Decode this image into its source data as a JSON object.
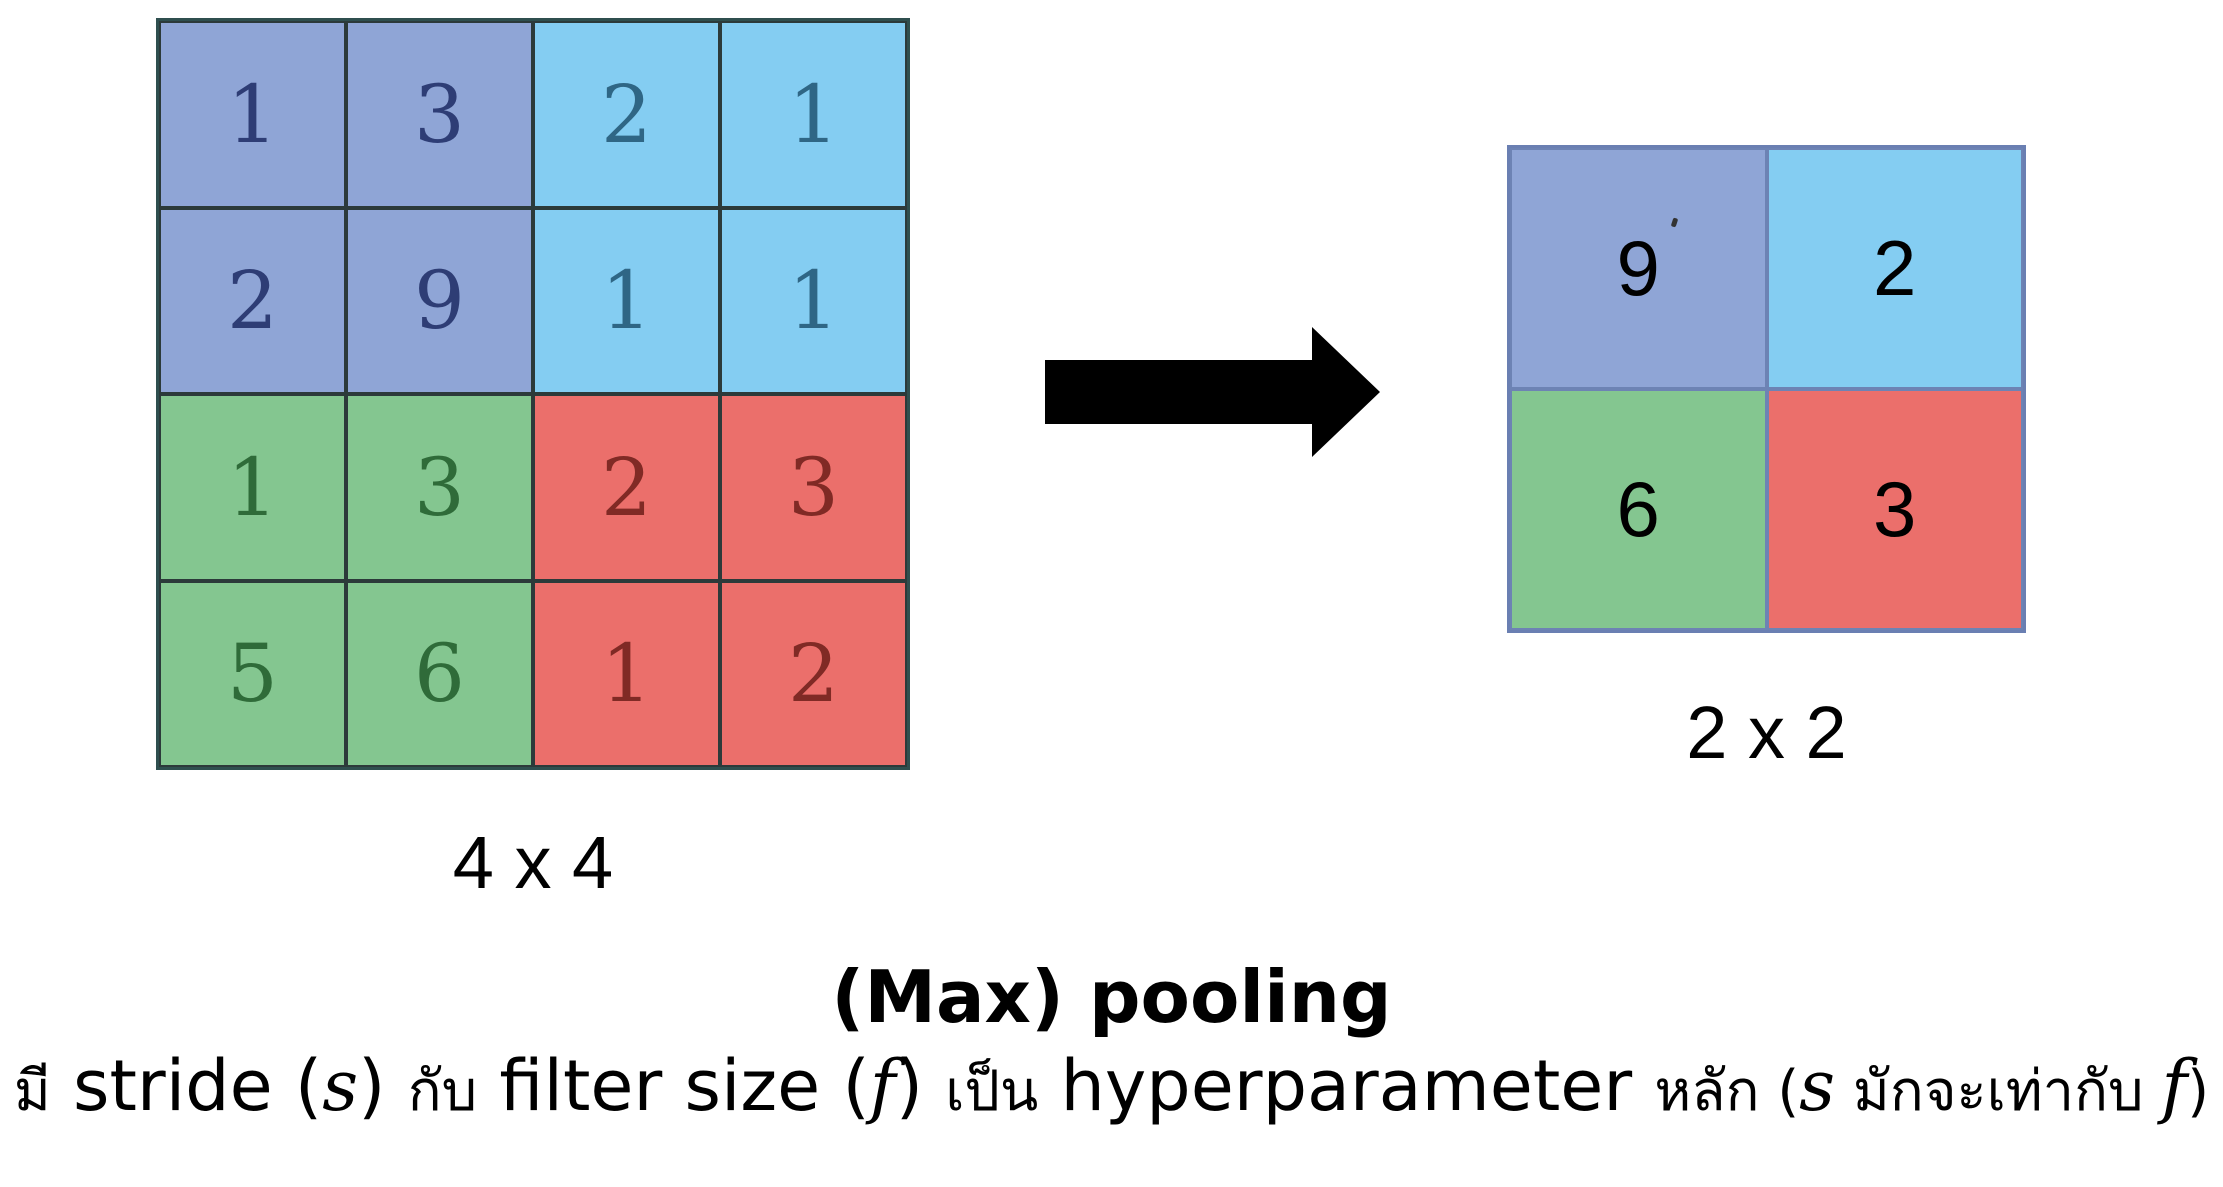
{
  "input_grid": {
    "label": "4 x 4",
    "rows": [
      [
        "1",
        "3",
        "2",
        "1"
      ],
      [
        "2",
        "9",
        "1",
        "1"
      ],
      [
        "1",
        "3",
        "2",
        "3"
      ],
      [
        "5",
        "6",
        "1",
        "2"
      ]
    ],
    "region_colors": [
      [
        "#8fa5d6",
        "#8fa5d6",
        "#84cdf2",
        "#84cdf2"
      ],
      [
        "#8fa5d6",
        "#8fa5d6",
        "#84cdf2",
        "#84cdf2"
      ],
      [
        "#84c690",
        "#84c690",
        "#eb6f6b",
        "#eb6f6b"
      ],
      [
        "#84c690",
        "#84c690",
        "#eb6f6b",
        "#eb6f6b"
      ]
    ],
    "text_colors": [
      [
        "#2e3d75",
        "#2e3d75",
        "#2f6685",
        "#2f6685"
      ],
      [
        "#2e3d75",
        "#2e3d75",
        "#2f6685",
        "#2f6685"
      ],
      [
        "#2f6b39",
        "#2f6b39",
        "#802a25",
        "#802a25"
      ],
      [
        "#2f6b39",
        "#2f6b39",
        "#802a25",
        "#802a25"
      ]
    ]
  },
  "output_grid": {
    "label": "2 x 2",
    "rows": [
      [
        "9",
        "2"
      ],
      [
        "6",
        "3"
      ]
    ],
    "region_colors": [
      [
        "#8fa5d6",
        "#84cdf2"
      ],
      [
        "#84c690",
        "#eb6f6b"
      ]
    ]
  },
  "arrow_icon": "right-arrow",
  "title": "(Max) pooling",
  "subtitle": {
    "p1": "มี",
    "p2": " stride (",
    "s1": "s",
    "p3": ") ",
    "p4": "กับ",
    "p5": " filter size (",
    "f1": "f",
    "p6": ") ",
    "p7": "เป็น",
    "p8": " hyperparameter ",
    "p9": "หลัก (",
    "s2": "s",
    "p10": " มักจะเท่ากับ ",
    "f2": "f",
    "p11": ")"
  }
}
